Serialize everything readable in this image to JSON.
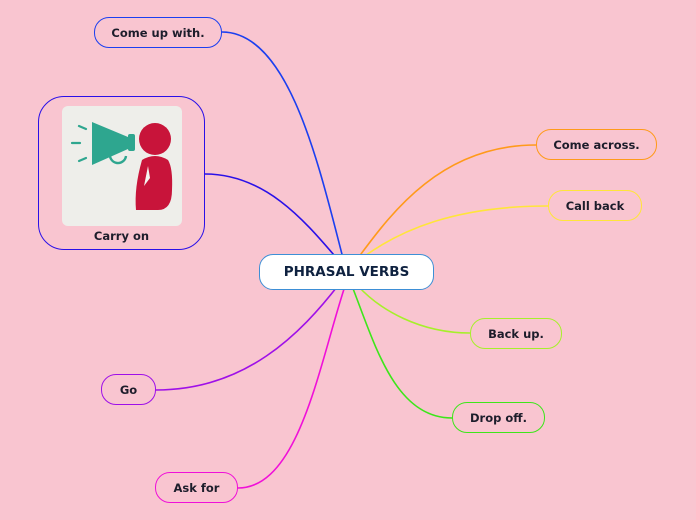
{
  "central": {
    "label": "PHRASAL VERBS"
  },
  "branches": {
    "come_up_with": {
      "label": "Come up with.",
      "color": "#1b3ff0"
    },
    "carry_on": {
      "label": "Carry on",
      "color": "#2a10e8",
      "icon": "megaphone-person-icon"
    },
    "go": {
      "label": "Go",
      "color": "#9f10e8"
    },
    "ask_for": {
      "label": "Ask for",
      "color": "#f010d8"
    },
    "come_across": {
      "label": "Come across.",
      "color": "#ff9a1a"
    },
    "call_back": {
      "label": "Call back",
      "color": "#ffe53a"
    },
    "back_up": {
      "label": "Back up.",
      "color": "#a6f02a"
    },
    "drop_off": {
      "label": "Drop off.",
      "color": "#3de61a"
    }
  }
}
